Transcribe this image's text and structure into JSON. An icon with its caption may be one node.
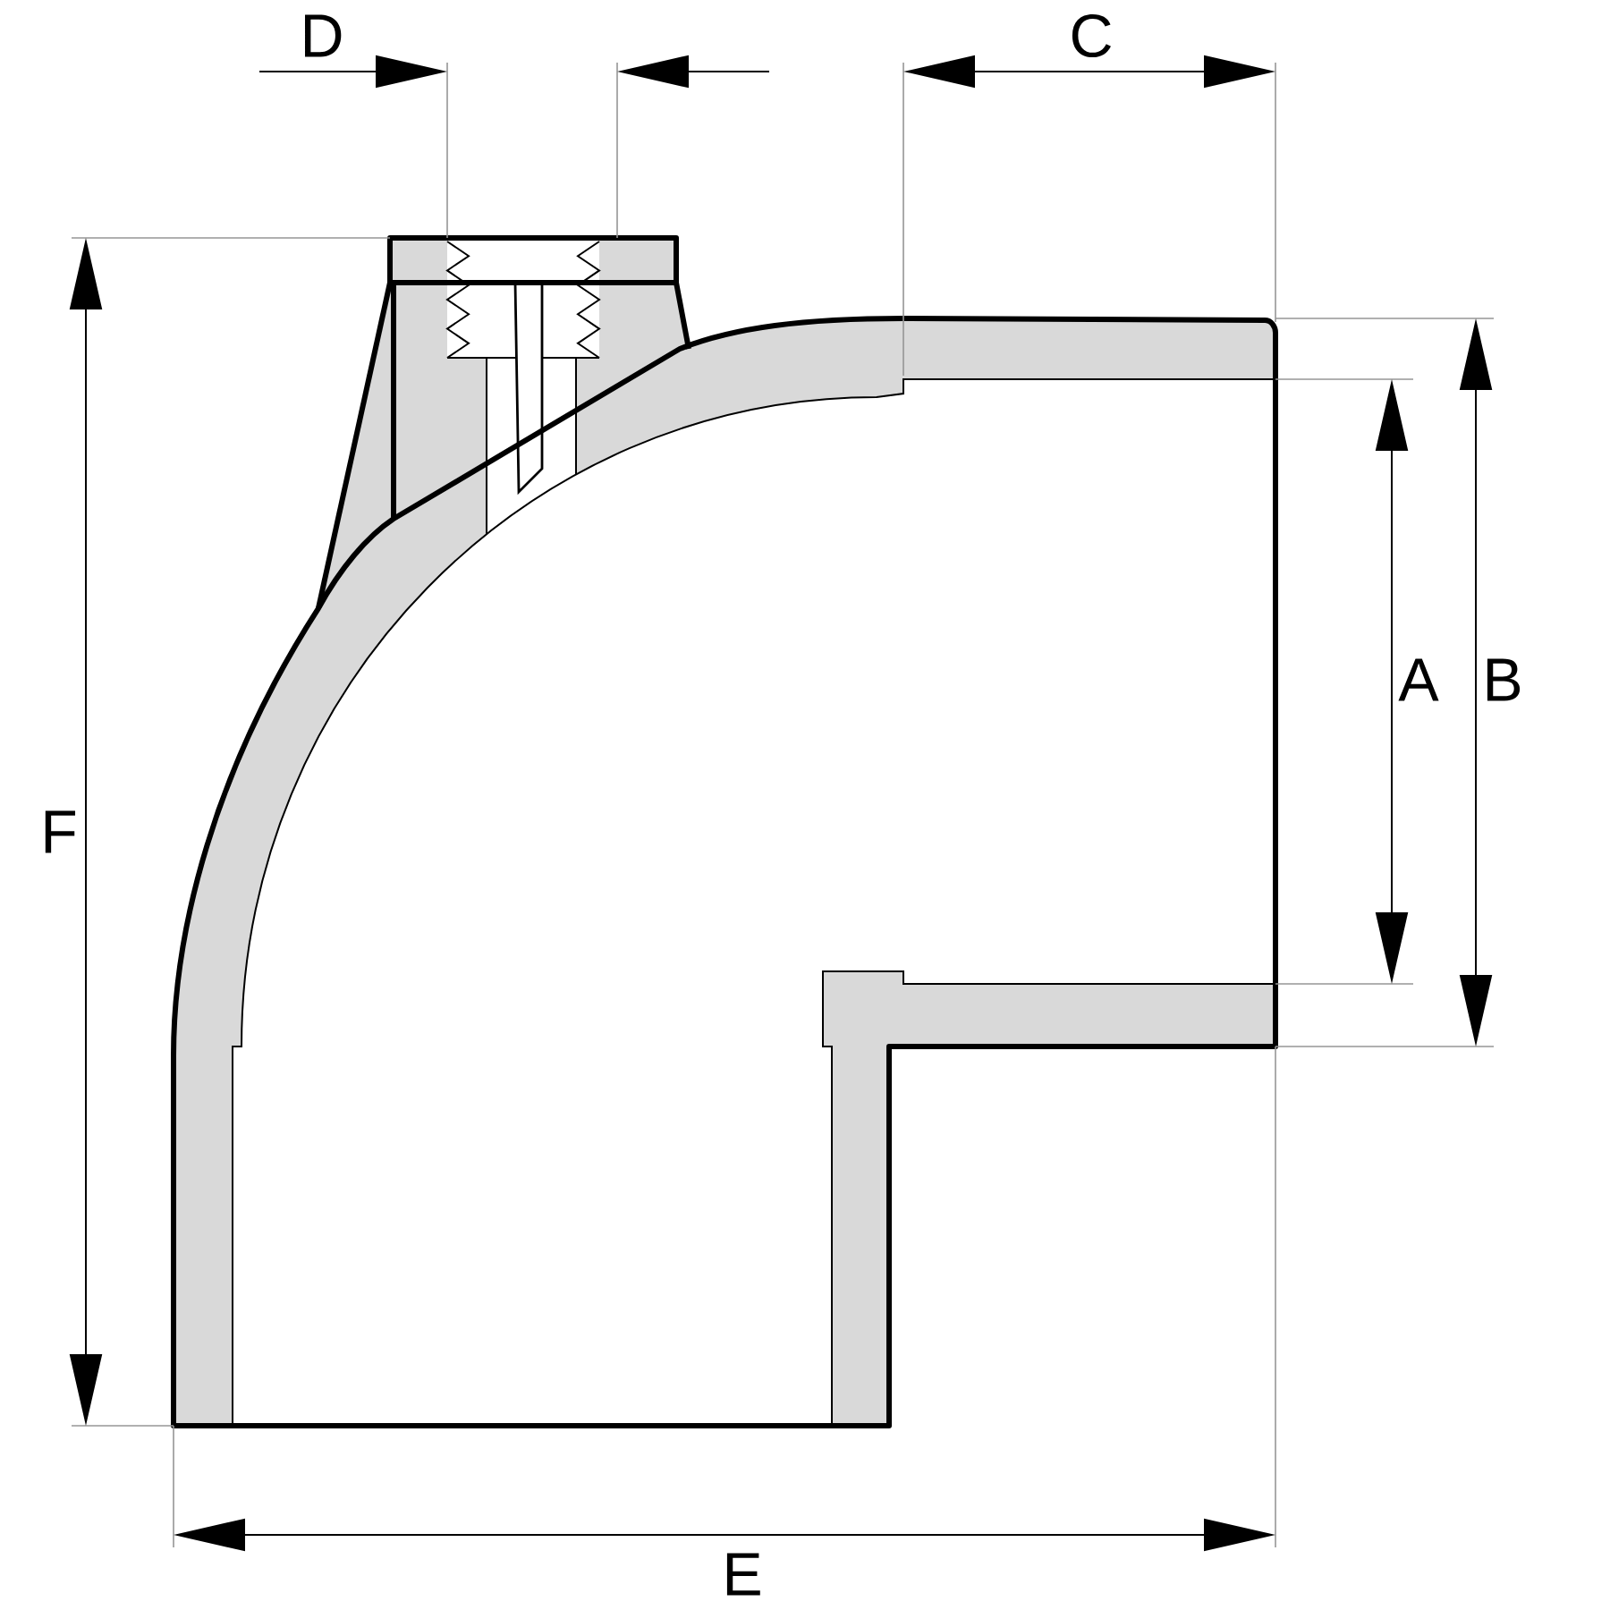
{
  "diagram": {
    "labels": [
      "D",
      "C",
      "A",
      "B",
      "F",
      "E"
    ]
  }
}
